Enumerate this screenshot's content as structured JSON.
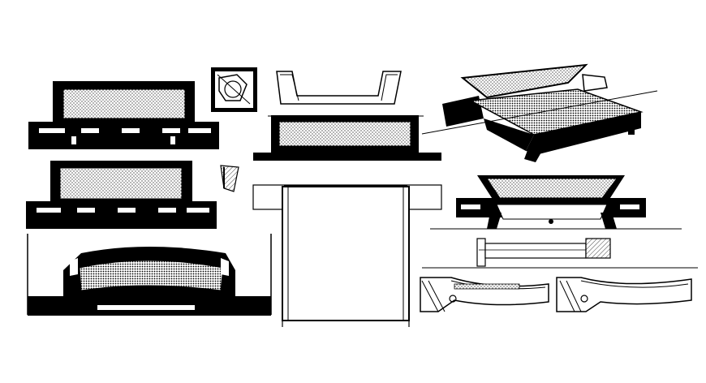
{
  "drawing": {
    "background": "#ffffff",
    "ink": "#000000",
    "hatch": "#444444",
    "views": [
      {
        "id": "front-elevation-top",
        "label": ""
      },
      {
        "id": "front-elevation-middle",
        "label": ""
      },
      {
        "id": "side-section-curved",
        "label": ""
      },
      {
        "id": "headboard-detail",
        "label": ""
      },
      {
        "id": "corner-joint-detail",
        "label": ""
      },
      {
        "id": "bed-plan-view",
        "label": ""
      },
      {
        "id": "isometric-bed",
        "label": ""
      },
      {
        "id": "side-elevation-right",
        "label": ""
      },
      {
        "id": "rail-section",
        "label": ""
      },
      {
        "id": "leg-profile-left",
        "label": ""
      },
      {
        "id": "leg-profile-right",
        "label": ""
      }
    ]
  }
}
